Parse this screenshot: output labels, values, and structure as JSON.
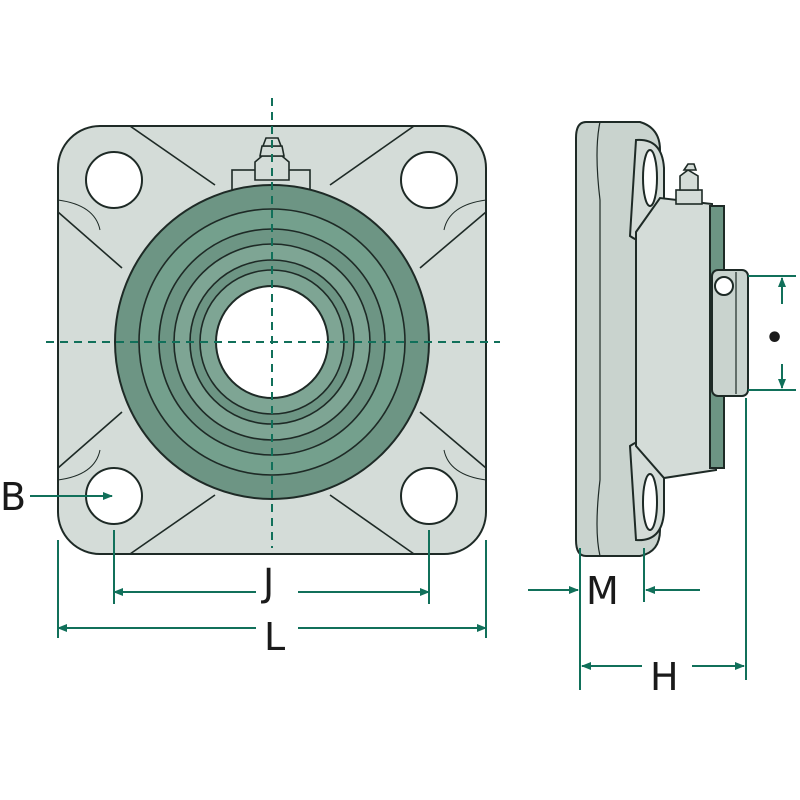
{
  "colors": {
    "housing": "#d4dcd8",
    "housing_side": "#c9d3ce",
    "insert": "#6d9584",
    "insert_ring": "#7ea594",
    "outline": "#1e2a26",
    "dimension": "#11705a",
    "background": "#ffffff"
  },
  "labels": {
    "B": "B",
    "J": "J",
    "L": "L",
    "M": "M",
    "H": "H",
    "bore_marker": "•"
  }
}
